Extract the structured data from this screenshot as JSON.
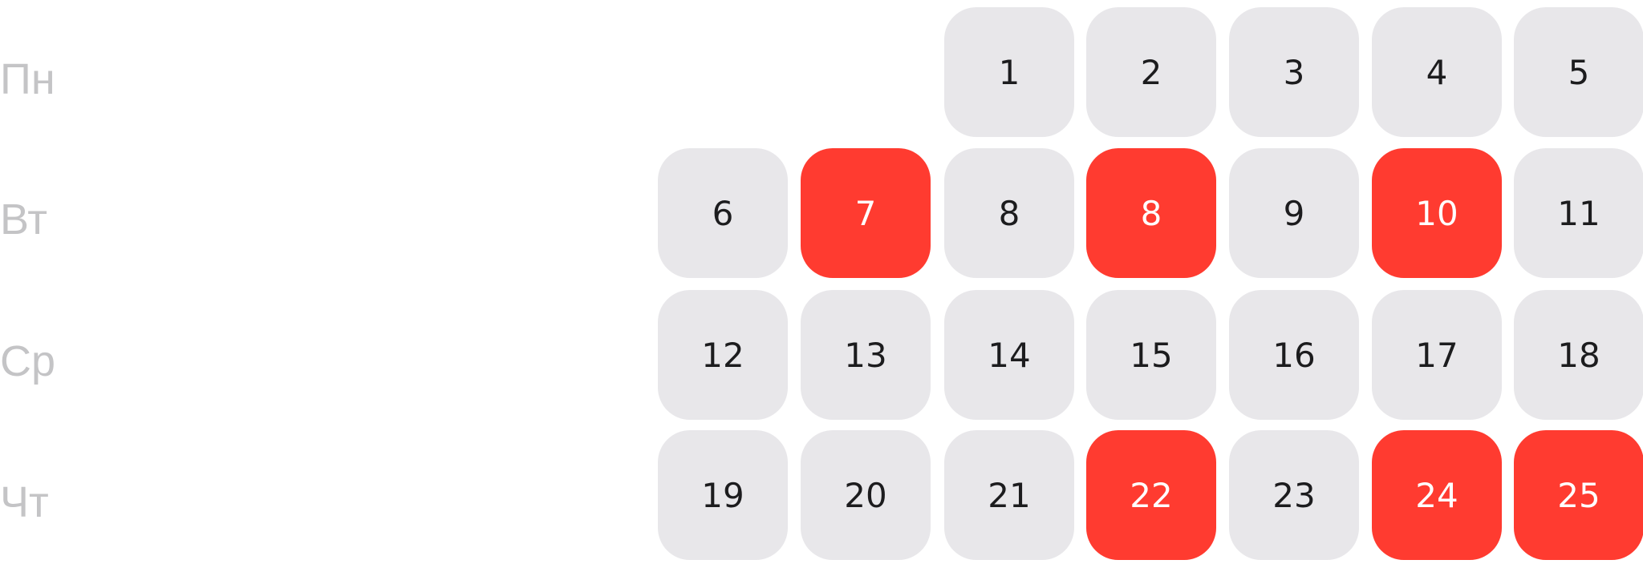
{
  "weekdays": [
    "Пн",
    "Вт",
    "Ср",
    "Чт"
  ],
  "colors": {
    "highlight": "#ff3b30",
    "default": "#e8e7ea"
  },
  "rows": [
    [
      null,
      null,
      {
        "day": "1",
        "hl": false
      },
      {
        "day": "2",
        "hl": false
      },
      {
        "day": "3",
        "hl": false
      },
      {
        "day": "4",
        "hl": false
      },
      {
        "day": "5",
        "hl": false
      }
    ],
    [
      {
        "day": "6",
        "hl": false
      },
      {
        "day": "7",
        "hl": true
      },
      {
        "day": "8",
        "hl": false
      },
      {
        "day": "8",
        "hl": true
      },
      {
        "day": "9",
        "hl": false
      },
      {
        "day": "10",
        "hl": true
      },
      {
        "day": "11",
        "hl": false
      }
    ],
    [
      {
        "day": "12",
        "hl": false
      },
      {
        "day": "13",
        "hl": false
      },
      {
        "day": "14",
        "hl": false
      },
      {
        "day": "15",
        "hl": false
      },
      {
        "day": "16",
        "hl": false
      },
      {
        "day": "17",
        "hl": false
      },
      {
        "day": "18",
        "hl": false
      }
    ],
    [
      {
        "day": "19",
        "hl": false
      },
      {
        "day": "20",
        "hl": false
      },
      {
        "day": "21",
        "hl": false
      },
      {
        "day": "22",
        "hl": true
      },
      {
        "day": "23",
        "hl": false
      },
      {
        "day": "24",
        "hl": true
      },
      {
        "day": "25",
        "hl": true
      }
    ]
  ]
}
